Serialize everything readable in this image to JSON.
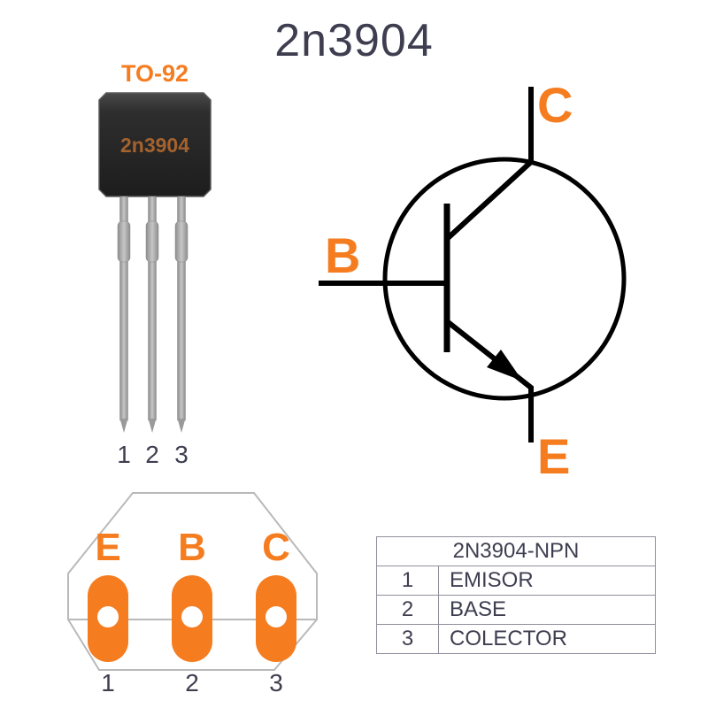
{
  "title": "2n3904",
  "front_view": {
    "package_label": "TO-92",
    "part_marking": "2n3904",
    "pin_numbers": [
      "1",
      "2",
      "3"
    ]
  },
  "symbol": {
    "collector": "C",
    "base": "B",
    "emitter": "E"
  },
  "bottom_view": {
    "pad_letters": [
      "E",
      "B",
      "C"
    ],
    "pin_numbers": [
      "1",
      "2",
      "3"
    ]
  },
  "pin_table": {
    "header": "2N3904-NPN",
    "rows": [
      {
        "pin": "1",
        "name": "EMISOR"
      },
      {
        "pin": "2",
        "name": "BASE"
      },
      {
        "pin": "3",
        "name": "COLECTOR"
      }
    ]
  },
  "colors": {
    "accent_orange": "#F57C1F",
    "heading_dark": "#3E3E50",
    "package_body": "#2B2B2B",
    "part_marking_text": "#A4622E",
    "lead_gray": "#A9A9A9",
    "outline_gray": "#B9B9B9",
    "table_border": "#8F8F9C"
  }
}
